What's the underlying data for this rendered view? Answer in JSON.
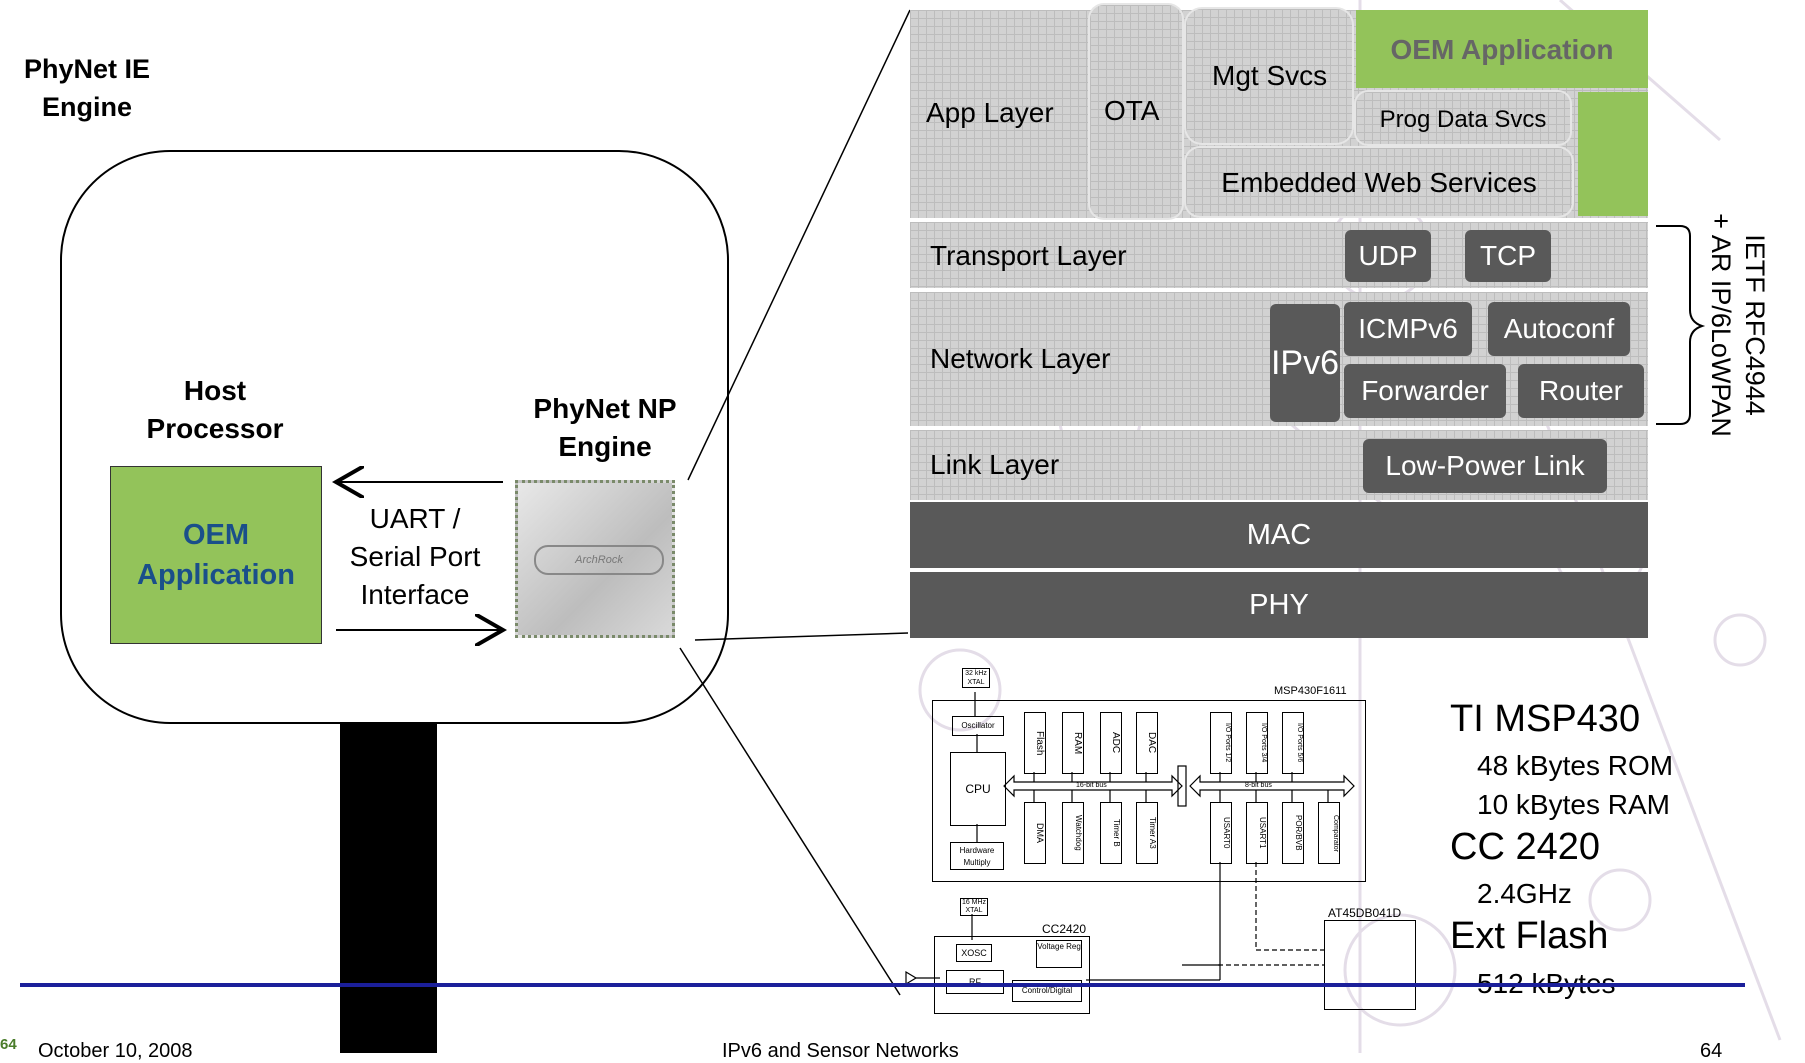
{
  "left": {
    "engine_title": [
      "PhyNet IE",
      "Engine"
    ],
    "host_label": [
      "Host",
      "Processor"
    ],
    "oem_box": [
      "OEM",
      "Application"
    ],
    "np_label": [
      "PhyNet NP",
      "Engine"
    ],
    "uart_label": [
      "UART /",
      "Serial Port",
      "Interface"
    ]
  },
  "stack": {
    "app_layer": "App Layer",
    "ota": "OTA",
    "mgt_svcs": "Mgt Svcs",
    "oem_application": "OEM Application",
    "prog_data_svcs": "Prog Data Svcs",
    "embedded_web": "Embedded Web Services",
    "transport_layer": "Transport Layer",
    "udp": "UDP",
    "tcp": "TCP",
    "network_layer": "Network Layer",
    "ipv6": "IPv6",
    "icmpv6": "ICMPv6",
    "autoconf": "Autoconf",
    "forwarder": "Forwarder",
    "router": "Router",
    "link_layer": "Link Layer",
    "low_power_link": "Low-Power Link",
    "mac": "MAC",
    "phy": "PHY"
  },
  "ietf": [
    "IETF RFC4944",
    "+ AR IP/6LoWPAN"
  ],
  "hw": {
    "msp_title": "MSP430F1611",
    "cc_title": "CC2420",
    "at_title": "AT45DB041D",
    "crystal1": "32 kHz XTAL",
    "crystal2": "16 MHz XTAL",
    "oscillator": "Oscillator",
    "cpu": "CPU",
    "hw_multiply": "Hardware Multiply",
    "bus16": "16-bit bus",
    "bus8": "8-bit bus",
    "top_blocks": [
      "Flash",
      "RAM",
      "ADC",
      "DAC"
    ],
    "bottom_blocks": [
      "DMA",
      "Watchdog",
      "Timer B",
      "Timer A3"
    ],
    "port_top": [
      "I/O Ports 1/2",
      "I/O Ports 3/4",
      "I/O Ports 5/6"
    ],
    "port_bottom": [
      "USART0",
      "USART1",
      "POR/BVB",
      "Comparator"
    ],
    "xosc": "XOSC",
    "voltage_reg": "Voltage Reg",
    "rf": "RF",
    "control_digital": "Control/Digital"
  },
  "specs": {
    "ti": "TI MSP430",
    "rom": "48 kBytes ROM",
    "ram": "10 kBytes RAM",
    "cc": "CC 2420",
    "ghz": "2.4GHz",
    "ext": "Ext Flash",
    "kb": "512 kBytes"
  },
  "footer": {
    "page_left": "64",
    "date": "October 10, 2008",
    "center": "IPv6 and Sensor Networks",
    "page_right": "64"
  },
  "colors": {
    "green": "#93c35a",
    "dark": "#595959",
    "footer_line": "#1b1f9a"
  }
}
